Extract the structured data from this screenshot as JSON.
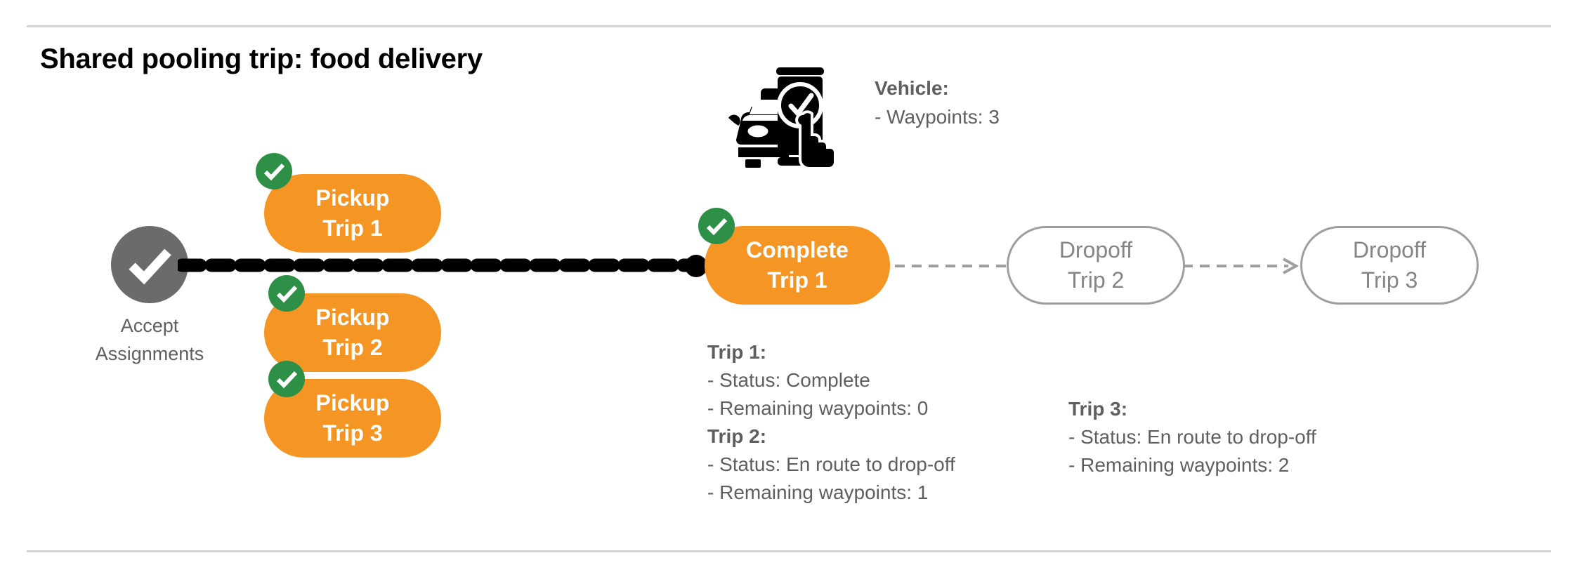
{
  "page": {
    "title": "Shared pooling trip: food delivery",
    "colors": {
      "pill_fill": "#F49524",
      "pill_text": "#FFFFFF",
      "outline_stroke": "#9E9E9E",
      "outline_text": "#858585",
      "check_badge": "#2E9047",
      "accept_circle": "#6B6B6B",
      "body_text": "#5F5F5F",
      "connector_black": "#000000",
      "connector_gray": "#9E9E9E",
      "divider": "#D4D4D4",
      "background": "#FFFFFF"
    }
  },
  "start_node": {
    "icon": "check-circle-icon",
    "label_line1": "Accept",
    "label_line2": "Assignments"
  },
  "pickup_nodes": [
    {
      "line1": "Pickup",
      "line2": "Trip 1",
      "badge": "check-badge-icon",
      "state": "completed"
    },
    {
      "line1": "Pickup",
      "line2": "Trip 2",
      "badge": "check-badge-icon",
      "state": "completed"
    },
    {
      "line1": "Pickup",
      "line2": "Trip 3",
      "badge": "check-badge-icon",
      "state": "completed"
    }
  ],
  "flow_nodes": [
    {
      "line1": "Complete",
      "line2": "Trip 1",
      "style": "filled",
      "badge": "check-badge-icon"
    },
    {
      "line1": "Dropoff",
      "line2": "Trip 2",
      "style": "outlined",
      "badge": null
    },
    {
      "line1": "Dropoff",
      "line2": "Trip 3",
      "style": "outlined",
      "badge": null
    }
  ],
  "vehicle": {
    "icon": "car-phone-check-icon",
    "heading": "Vehicle:",
    "detail": "- Waypoints: 3"
  },
  "trips": [
    {
      "heading": "Trip 1:",
      "status": "- Status:  Complete",
      "waypoints": "- Remaining waypoints: 0"
    },
    {
      "heading": "Trip 2:",
      "status": "- Status:  En route to drop-off",
      "waypoints": "- Remaining waypoints: 1"
    },
    {
      "heading": "Trip 3:",
      "status": "- Status:  En route to drop-off",
      "waypoints": "- Remaining waypoints: 2"
    }
  ]
}
